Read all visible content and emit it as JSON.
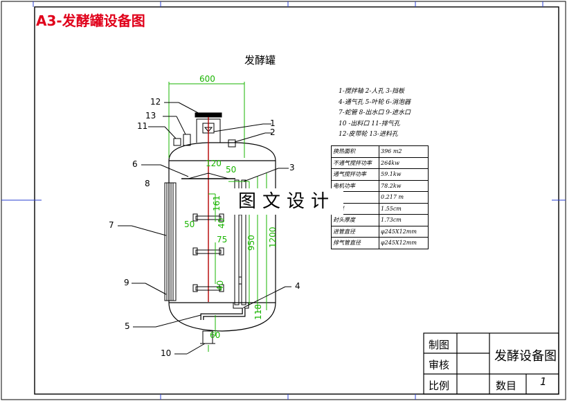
{
  "sheet_title": "A3-发酵罐设备图",
  "drawing_title": "发酵罐",
  "callouts": [
    "1",
    "2",
    "3",
    "4",
    "5",
    "6",
    "7",
    "8",
    "9",
    "10",
    "11",
    "12",
    "13"
  ],
  "dimensions": {
    "width_top": "600",
    "d120": "120",
    "d50a": "50",
    "d161": "161",
    "d50b": "50",
    "d40": "40",
    "d75": "75",
    "d950": "950",
    "d1200": "1200",
    "d40b": "40",
    "d118": "118",
    "d60": "60"
  },
  "legend": [
    "1-搅拌轴  2-人孔  3-挡板",
    "4-通气孔  5-叶轮  6-消泡器",
    "7-蛇管   8-出水口  9-进水口",
    "10 -出料口  11-排气孔",
    "12-皮带轮  13-进料孔"
  ],
  "spec_table": [
    [
      "换热面积",
      "396 m2"
    ],
    [
      "不通气搅拌功率",
      "264kw"
    ],
    [
      "通气搅拌功率",
      "59.1kw"
    ],
    [
      "电机功率",
      "78.2kw"
    ],
    [
      "",
      "0.217 m"
    ],
    [
      "壁厚",
      "1.55cm"
    ],
    [
      "封头厚度",
      "1.73cm"
    ],
    [
      "进管直径",
      "φ245X12mm"
    ],
    [
      "排气管直径",
      "φ245X12mm"
    ]
  ],
  "watermark": "图文设计",
  "title_block": {
    "drawn": "制图",
    "checked": "审核",
    "scale": "比例",
    "name": "发酵设备图",
    "quantity_label": "数目",
    "quantity": "1"
  },
  "colors": {
    "frame": "#000000",
    "sheet_title": "#e0001a",
    "dimension": "#19b400",
    "shaft": "#b40000",
    "border_marks": "#2a3fd0"
  }
}
